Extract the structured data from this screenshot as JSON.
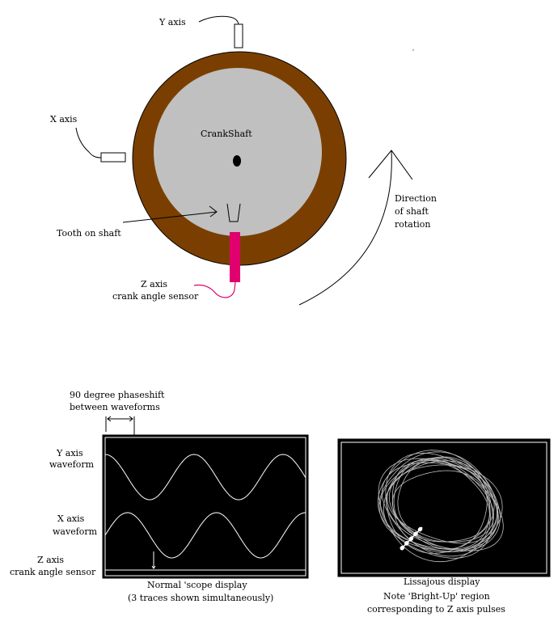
{
  "labels": {
    "y_axis": "Y axis",
    "x_axis": "X axis",
    "crankshaft": "CrankShaft",
    "tooth": "Tooth on shaft",
    "z_axis_line1": "Z axis",
    "z_axis_line2": "crank angle sensor",
    "direction_line1": "Direction",
    "direction_line2": "of shaft",
    "direction_line3": "rotation",
    "phase_line1": "90 degree phaseshift",
    "phase_line2": "between waveforms",
    "y_wave_line1": "Y axis",
    "y_wave_line2": "waveform",
    "x_wave_line1": "X axis",
    "x_wave_line2": "waveform",
    "z_wave_line1": "Z axis",
    "z_wave_line2": "crank angle sensor",
    "scope_caption1": "Normal 'scope display",
    "scope_caption2": "(3 traces shown simultaneously)",
    "liss_caption1": "Lissajous display",
    "liss_caption2": "Note 'Bright-Up' region",
    "liss_caption3": "corresponding to Z axis pulses"
  },
  "colors": {
    "outer_ring": "#7a3f00",
    "shaft_face": "#c0c0c0",
    "z_sensor": "#e0006e",
    "scope_bg": "#000000",
    "trace": "#ffffff",
    "lissajous_trace": "#bdbdbd"
  }
}
